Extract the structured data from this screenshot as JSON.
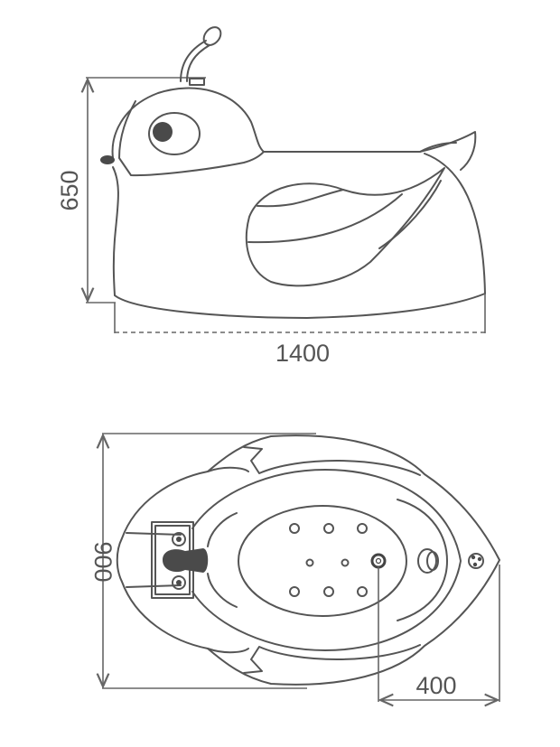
{
  "side_view": {
    "height_label": "650",
    "length_label": "1400"
  },
  "top_view": {
    "width_label": "900",
    "drain_offset_label": "400"
  },
  "colors": {
    "line": "#555555",
    "fill_dark": "#4a4a4a"
  }
}
